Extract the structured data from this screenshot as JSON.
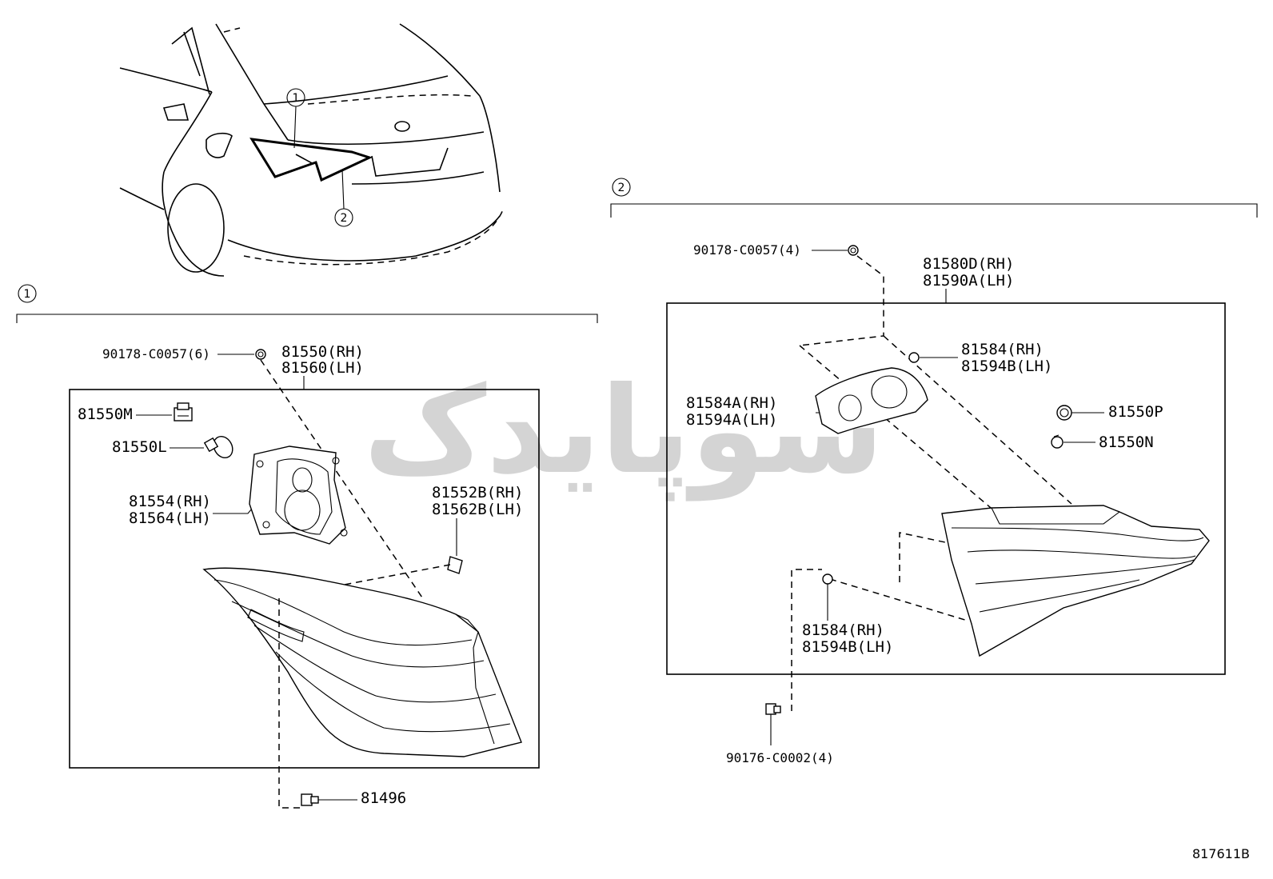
{
  "diagram": {
    "figure_id": "817611B",
    "watermark_text": "سوپایدک",
    "callouts": {
      "one": "1",
      "two": "2"
    },
    "group1": {
      "labels": {
        "bolt_top": "90178-C0057(6)",
        "lamp_rh": "81550(RH)",
        "lamp_lh": "81560(LH)",
        "socket": "81550M",
        "bulb": "81550L",
        "gasket_rh": "81554(RH)",
        "gasket_lh": "81564(LH)",
        "cushion_rh": "81552B(RH)",
        "cushion_lh": "81562B(LH)",
        "clip": "81496"
      }
    },
    "group2": {
      "labels": {
        "bolt_top": "90178-C0057(4)",
        "lamp_rh": "81580D(RH)",
        "lamp_lh": "81590A(LH)",
        "cushion_top_rh": "81584(RH)",
        "cushion_top_lh": "81594B(LH)",
        "gasket_rh": "81584A(RH)",
        "gasket_lh": "81594A(LH)",
        "socket": "81550P",
        "bulb": "81550N",
        "cushion_bot_rh": "81584(RH)",
        "cushion_bot_lh": "81594B(LH)",
        "nut": "90176-C0002(4)"
      }
    }
  }
}
